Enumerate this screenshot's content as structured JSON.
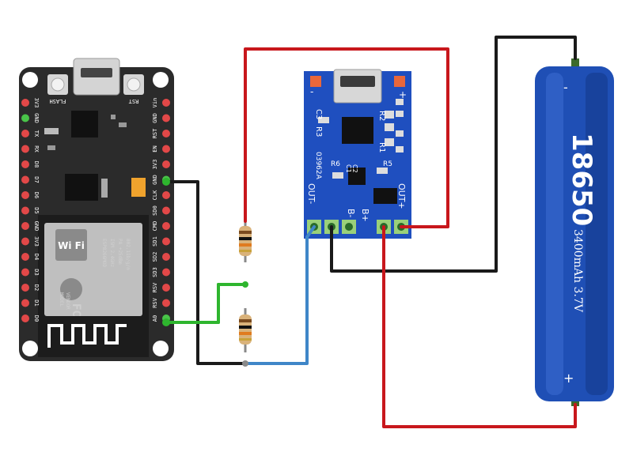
{
  "nodemcu": {
    "left_pins": [
      "3V3",
      "GND",
      "TX",
      "RX",
      "D8",
      "D7",
      "D6",
      "D5",
      "GND",
      "3V3",
      "D4",
      "D3",
      "D2",
      "D1",
      "D0"
    ],
    "right_pins": [
      "Vin",
      "GND",
      "RST",
      "EN",
      "3V3",
      "GND",
      "CLK",
      "SD0",
      "CMD",
      "SD1",
      "SD2",
      "SD3",
      "RSV",
      "RSV",
      "A0"
    ],
    "flash_label": "FLASH",
    "rst_label": "RST",
    "wifi_label": "Wi Fi",
    "module_label": "ESP8266MOD",
    "module_lines": [
      "ISM 2.4GHz",
      "PA +25dBm",
      "802.11b/g/n"
    ],
    "vendor_label": "VENDOR",
    "model_label": "MODEL",
    "fcc_label": "FC"
  },
  "charger": {
    "labels": {
      "c3": "C3",
      "r3": "R3",
      "r2": "R2",
      "r1": "R1",
      "r6": "R6",
      "r5": "R5",
      "c1": "C1",
      "c2": "C2",
      "code": "03962A",
      "out_minus": "OUT-",
      "out_plus": "OUT+",
      "b_minus": "B-",
      "b_plus": "B+",
      "minus": "-",
      "plus": "+"
    }
  },
  "battery": {
    "type_label": "18650",
    "spec_label": "3400mAh 3.7V",
    "minus_label": "-",
    "plus_label": "+"
  },
  "colors": {
    "red_wire": "#c8171c",
    "black_wire": "#1a1a1a",
    "blue_wire": "#3f86c8",
    "green_wire": "#2eb52e",
    "board": "#2b2b2b",
    "charger_board": "#1f4fbf",
    "battery": "#1f4fb5"
  }
}
